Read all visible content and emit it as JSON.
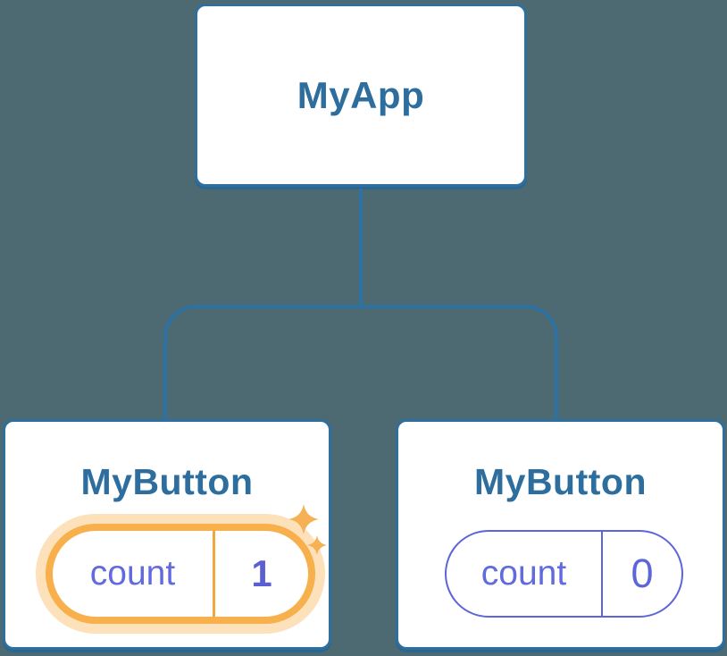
{
  "colors": {
    "background": "#4D6972",
    "card_background": "#FFFFFF",
    "node_border_blue": "#2F6F9E",
    "node_text_blue": "#2D6E9E",
    "connector_blue": "#2E72A3",
    "state_purple": "#626BDE",
    "value_purple": "#5B5FD3",
    "highlight_orange": "#F7B04B",
    "highlight_glow_orange": "rgba(247,176,75,0.38)",
    "divider_orange": "#F2A63F",
    "sparkle_orange": "#F6B155"
  },
  "tree": {
    "root": {
      "label": "MyApp"
    },
    "children": [
      {
        "label": "MyButton",
        "state": {
          "name": "count",
          "value": "1"
        },
        "highlighted": true,
        "icons": [
          "sparkle-large-icon",
          "sparkle-small-icon"
        ]
      },
      {
        "label": "MyButton",
        "state": {
          "name": "count",
          "value": "0"
        },
        "highlighted": false
      }
    ]
  }
}
